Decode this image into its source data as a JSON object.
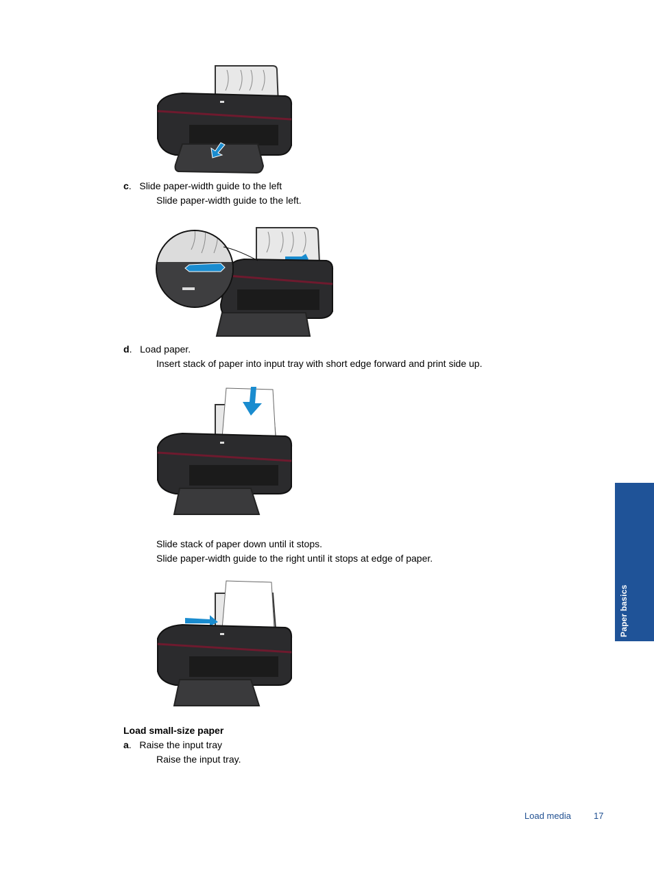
{
  "steps": [
    {
      "letter": "c",
      "title": "Slide paper-width guide to the left",
      "body": [
        "Slide paper-width guide to the left."
      ]
    },
    {
      "letter": "d",
      "title": "Load paper.",
      "body": [
        "Insert stack of paper into input tray with short edge forward and print side up."
      ]
    },
    {
      "body": [
        "Slide stack of paper down until it stops.",
        "Slide paper-width guide to the right until it stops at edge of paper."
      ]
    }
  ],
  "section": {
    "heading": "Load small-size paper",
    "steps": [
      {
        "letter": "a",
        "title": "Raise the input tray",
        "body": [
          "Raise the input tray."
        ]
      }
    ]
  },
  "figures": [
    {
      "alt": "printer-output-tray-extend",
      "arrow": "down-forward"
    },
    {
      "alt": "printer-paper-width-guide-left-zoom",
      "arrow": "left"
    },
    {
      "alt": "printer-insert-paper",
      "arrow": "down"
    },
    {
      "alt": "printer-paper-width-guide-right",
      "arrow": "right"
    }
  ],
  "side_tab": {
    "label": "Paper basics",
    "color": "#1f5398"
  },
  "footer": {
    "section": "Load media",
    "page": "17"
  },
  "colors": {
    "arrow": "#1a8ccf",
    "printer_body": "#2b2b2d",
    "accent_stripe": "#6e1a2e",
    "link": "#1f4f91"
  },
  "punct": "."
}
